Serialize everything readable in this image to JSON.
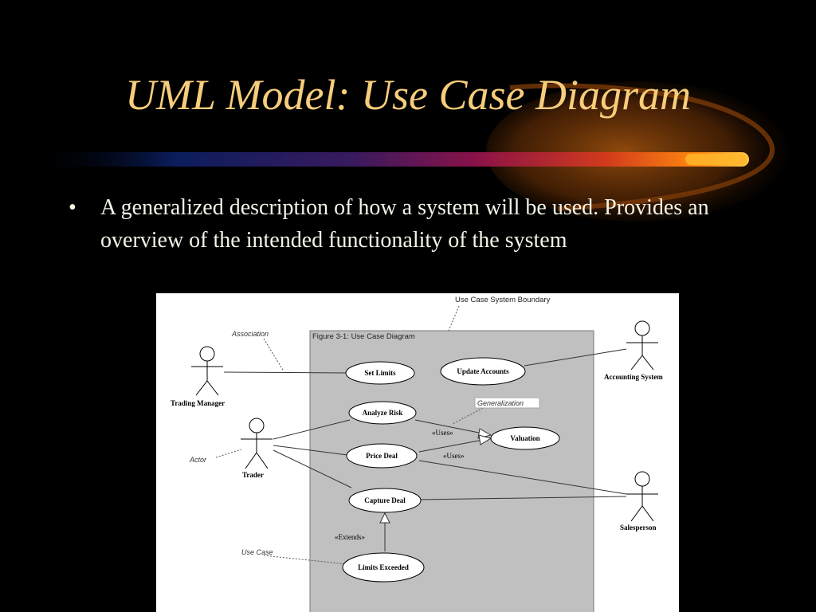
{
  "slide": {
    "title": "UML Model: Use Case Diagram",
    "bullets": [
      {
        "marker": "•",
        "text": "A generalized description of how a system will be used. Provides an overview of the intended functionality of the system"
      }
    ]
  },
  "diagram": {
    "boundary_caption": "Use Case System Boundary",
    "boundary_title": "Figure 3-1: Use Case Diagram",
    "actors": {
      "trading_manager": "Trading Manager",
      "trader": "Trader",
      "accounting_system": "Accounting System",
      "salesperson": "Salesperson"
    },
    "use_cases": {
      "set_limits": "Set Limits",
      "update_accounts": "Update Accounts",
      "analyze_risk": "Analyze Risk",
      "valuation": "Valuation",
      "price_deal": "Price Deal",
      "capture_deal": "Capture Deal",
      "limits_exceeded": "Limits Exceeded"
    },
    "stereotypes": {
      "uses_1": "«Uses»",
      "uses_2": "«Uses»",
      "extends": "«Extends»"
    },
    "annotations": {
      "association": "Association",
      "generalization": "Generalization",
      "actor": "Actor",
      "use_case": "Use Case"
    }
  },
  "colors": {
    "background": "#000000",
    "title": "#f7cd7b",
    "body_text": "#f3f3e6",
    "boundary_fill": "#c0c0c0",
    "diagram_background": "#ffffff"
  }
}
